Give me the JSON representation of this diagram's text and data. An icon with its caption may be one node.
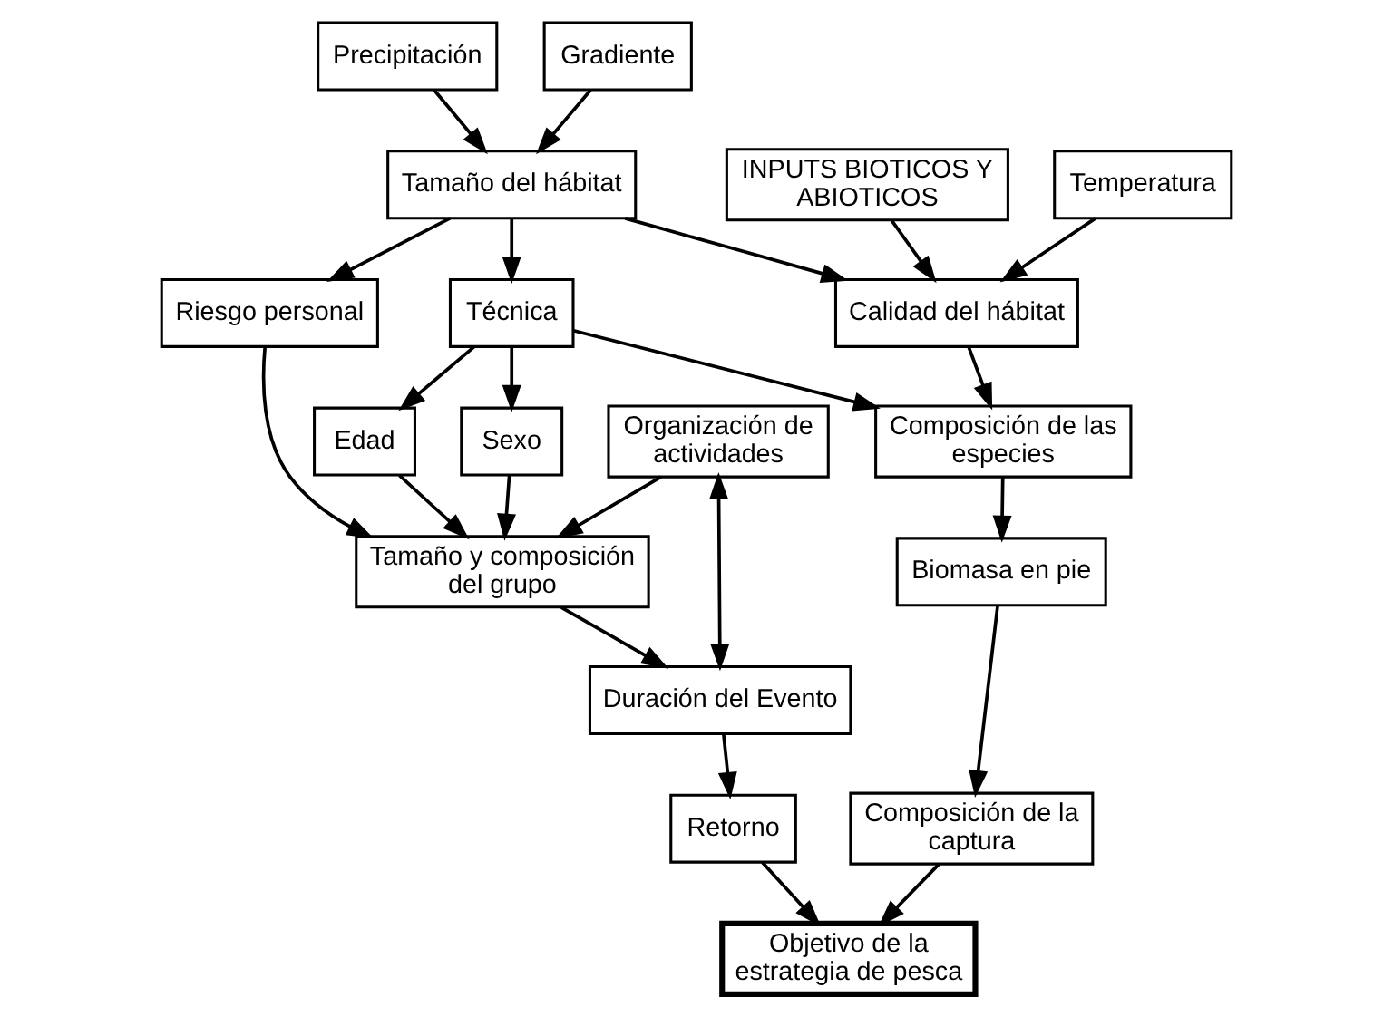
{
  "diagram": {
    "nodes": [
      {
        "text": [
          "Precipitación"
        ]
      },
      {
        "text": [
          "Gradiente"
        ]
      },
      {
        "text": [
          "Técnica"
        ]
      },
      {
        "text": [
          "Tamaño del hábitat"
        ]
      },
      {
        "text": [
          "Edad"
        ]
      },
      {
        "text": [
          "Sexo"
        ]
      },
      {
        "text": [
          "Riesgo personal"
        ]
      },
      {
        "text": [
          "Composición de las especies"
        ]
      },
      {
        "text": [
          "Calidad del hábitat"
        ]
      },
      {
        "text": [
          "Temperatura"
        ]
      },
      {
        "text": [
          "Tamaño y composición del grupo"
        ]
      },
      {
        "text": [
          "Biomasa en pie"
        ]
      },
      {
        "text": [
          "INPUTS BIOTICOS Y ABIOTICOS"
        ]
      },
      {
        "text": [
          "Organización de actividades"
        ]
      },
      {
        "text": [
          "Composición de la captura"
        ]
      },
      {
        "text": [
          "Duración del Evento"
        ]
      },
      {
        "text": [
          "Retorno"
        ]
      },
      {
        "text": [
          "Objetivo de la estrategia de pesca"
        ]
      }
    ],
    "edges": [
      {
        "from": 0,
        "to": 3,
        "arrow": "to"
      },
      {
        "from": 1,
        "to": 3,
        "arrow": "to"
      },
      {
        "from": 3,
        "to": 2,
        "arrow": "to"
      },
      {
        "from": 3,
        "to": 6,
        "arrow": "to"
      },
      {
        "from": 2,
        "to": 4,
        "arrow": "to"
      },
      {
        "from": 2,
        "to": 5,
        "arrow": "to"
      },
      {
        "from": 2,
        "to": 7,
        "arrow": "to"
      },
      {
        "from": 3,
        "to": 8,
        "arrow": "to"
      },
      {
        "from": 9,
        "to": 8,
        "arrow": "to"
      },
      {
        "from": 12,
        "to": 8,
        "arrow": "to"
      },
      {
        "from": 8,
        "to": 7,
        "arrow": "to"
      },
      {
        "from": 4,
        "to": 10,
        "arrow": "to"
      },
      {
        "from": 5,
        "to": 10,
        "arrow": "to"
      },
      {
        "from": 6,
        "to": 10,
        "arrow": "to"
      },
      {
        "from": 7,
        "to": 11,
        "arrow": "to"
      },
      {
        "from": 11,
        "to": 14,
        "arrow": "to"
      },
      {
        "from": 13,
        "to": 10,
        "arrow": "to"
      },
      {
        "from": 10,
        "to": 15,
        "arrow": "to"
      },
      {
        "from": 13,
        "to": 15,
        "arrow": "both"
      },
      {
        "from": 15,
        "to": 16,
        "arrow": "to"
      },
      {
        "from": 16,
        "to": 17,
        "arrow": "to"
      },
      {
        "from": 14,
        "to": 17,
        "arrow": "to"
      }
    ]
  }
}
